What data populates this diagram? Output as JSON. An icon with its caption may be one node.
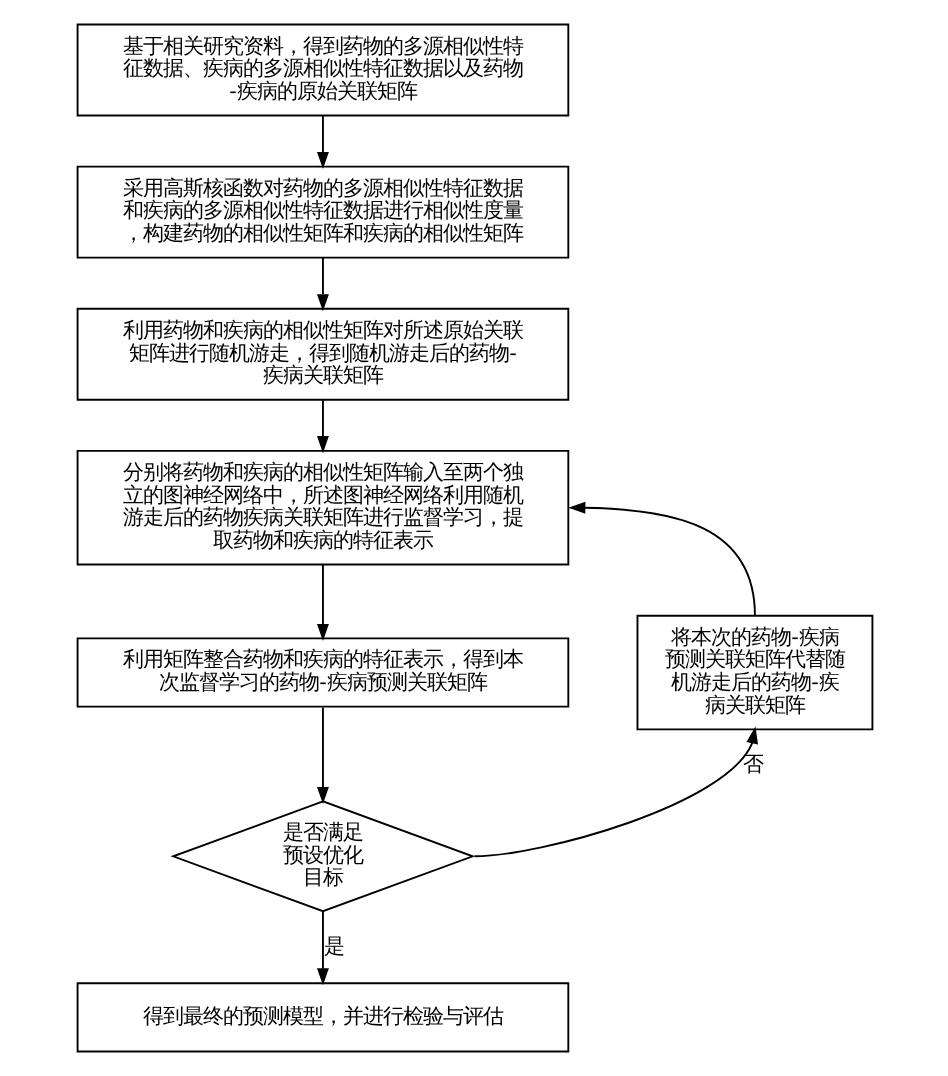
{
  "diagram": {
    "nodes": [
      {
        "text": [
          "基于相关研究资料，得到药物的多源相似性特征数据、疾病的多源相似性特征数据以及药物-疾病的原始关联矩阵"
        ]
      },
      {
        "text": [
          "采用高斯核函数对药物的多源相似性特征数据和疾病的多源相似性特征数据进行相似性度量，构建药物的相似性矩阵和疾病的相似性矩阵"
        ]
      },
      {
        "text": [
          "利用药物和疾病的相似性矩阵对所述原始关联矩阵进行随机游走，得到随机游走后的药物-疾病关联矩阵"
        ]
      },
      {
        "text": [
          "分别将药物和疾病的相似性矩阵输入至两个独立的图神经网络中，所述图神经网络利用随机游走后的药物疾病关联矩阵进行监督学习，提取药物和疾病的特征表示"
        ]
      },
      {
        "text": [
          "利用矩阵整合药物和疾病的特征表示，得到本次监督学习的药物-疾病预测关联矩阵"
        ]
      },
      {
        "text": [
          "是否满足预设优化目标"
        ]
      },
      {
        "text": [
          "得到最终的预测模型，并进行检验与评估"
        ]
      },
      {
        "text": [
          "将本次的药物-疾病预测关联矩阵代替随机游走后的药物-疾病关联矩阵"
        ]
      }
    ],
    "edges": [
      {
        "from": 0,
        "to": 1,
        "arrow": "to"
      },
      {
        "from": 1,
        "to": 2,
        "arrow": "to"
      },
      {
        "from": 2,
        "to": 3,
        "arrow": "to"
      },
      {
        "from": 3,
        "to": 4,
        "arrow": "to"
      },
      {
        "from": 4,
        "to": 5,
        "arrow": "to"
      },
      {
        "from": 5,
        "to": 6,
        "label": "是",
        "arrow": "to"
      },
      {
        "from": 5,
        "to": 7,
        "label": "否",
        "arrow": "to"
      },
      {
        "from": 7,
        "to": 3,
        "arrow": "to"
      }
    ]
  }
}
